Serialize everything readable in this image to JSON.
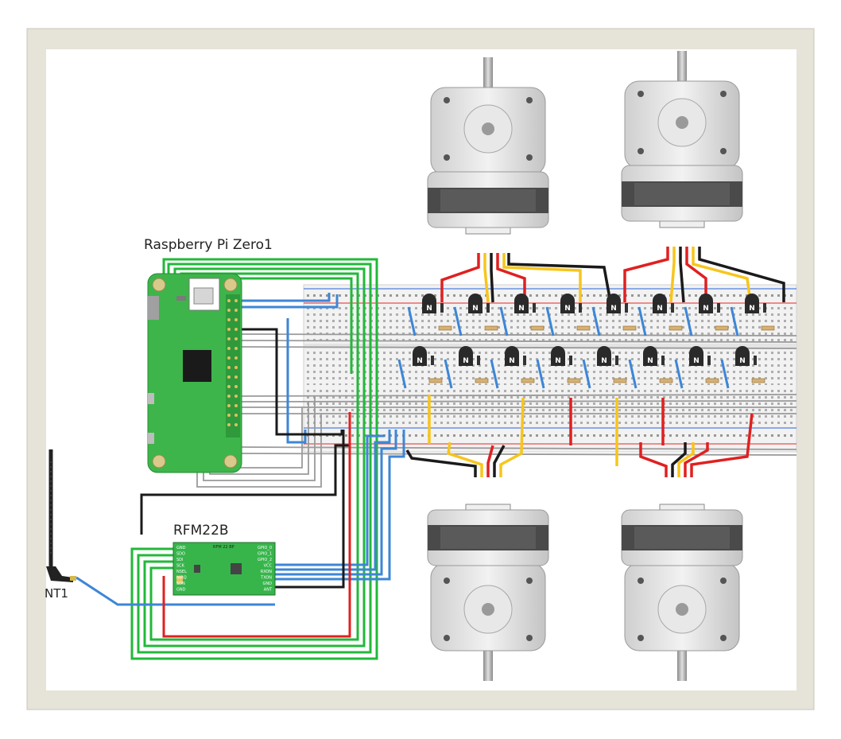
{
  "labels": {
    "pi": "Raspberry Pi Zero1",
    "rfm": "RFM22B",
    "antenna": "NT1",
    "rfm_chip": "RFM 22 BP",
    "rfm_left_pins": [
      "GND",
      "SDO",
      "SDI",
      "SCK",
      "NSEL",
      "NIRQ",
      "SDN",
      "GND"
    ],
    "rfm_right_pins": [
      "GPIO_0",
      "GPIO_1",
      "GPIO_2",
      "VCC",
      "RXON",
      "TXON",
      "GND",
      "ANT"
    ],
    "transistor_mark": "N"
  },
  "colors": {
    "wire_green": "#22b83a",
    "wire_blue": "#3d86d6",
    "wire_black": "#1a1a1a",
    "wire_red": "#e02020",
    "wire_yellow": "#f7c51c",
    "wire_gray": "#9a9a9a",
    "pi_board": "#3db54a",
    "rfm_board": "#37b54b",
    "breadboard": "#f2f2f2",
    "rail_red": "#e85050",
    "rail_blue": "#5080e0",
    "frame": "#e6e3d9"
  },
  "components": {
    "stepper_motors": 4,
    "transistors_per_row": 8,
    "transistor_rows": 2
  }
}
